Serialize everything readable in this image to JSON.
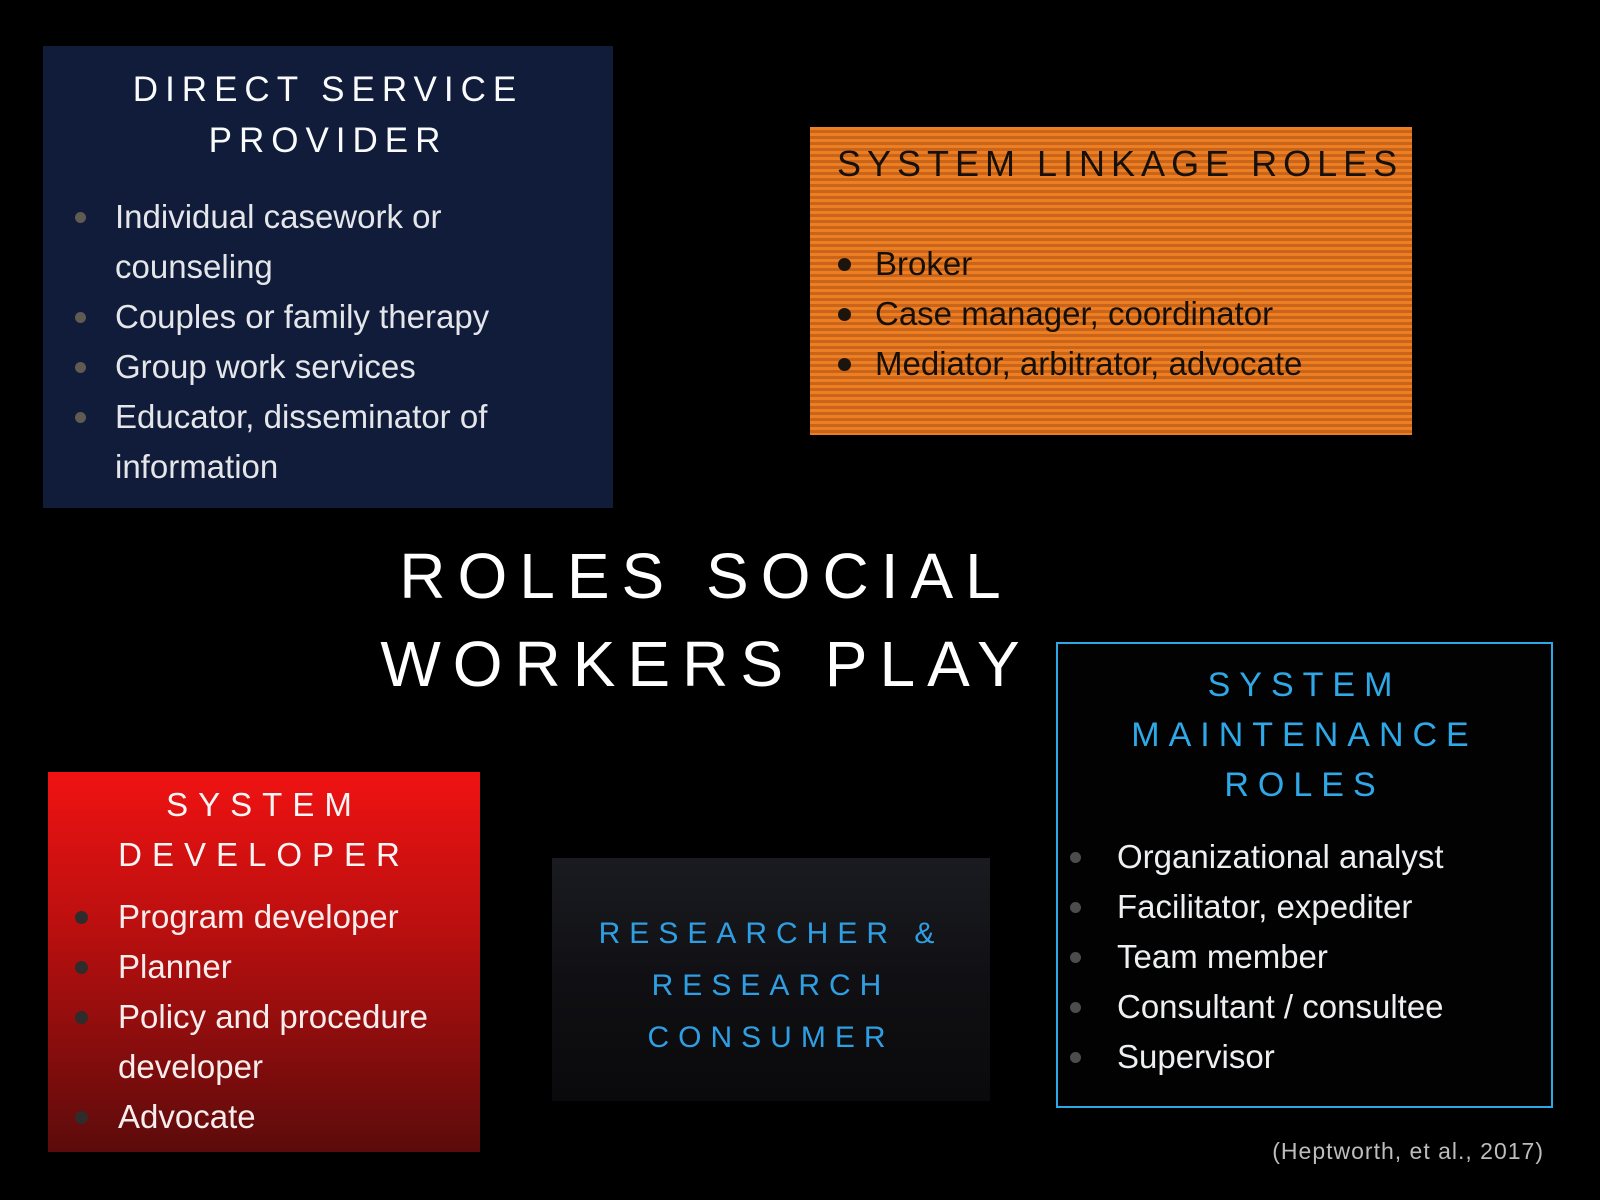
{
  "slide": {
    "title_lines": [
      "ROLES SOCIAL",
      "WORKERS PLAY"
    ],
    "citation": "(Heptworth, et al., 2017)"
  },
  "boxes": {
    "direct_service": {
      "title": "DIRECT SERVICE PROVIDER",
      "items": [
        "Individual casework or counseling",
        "Couples or family therapy",
        "Group work services",
        "Educator, disseminator of information"
      ]
    },
    "system_linkage": {
      "title": "SYSTEM LINKAGE ROLES",
      "items": [
        "Broker",
        "Case manager, coordinator",
        "Mediator, arbitrator, advocate"
      ]
    },
    "system_developer": {
      "title": "SYSTEM DEVELOPER",
      "items": [
        "Program developer",
        "Planner",
        "Policy and procedure developer",
        "Advocate"
      ]
    },
    "researcher": {
      "title": "RESEARCHER & RESEARCH CONSUMER"
    },
    "system_maintenance": {
      "title": "SYSTEM MAINTENANCE ROLES",
      "items": [
        "Organizational analyst",
        "Facilitator, expediter",
        "Team member",
        "Consultant / consultee",
        "Supervisor"
      ]
    }
  },
  "colors": {
    "background": "#000000",
    "navy_box": "#101c39",
    "orange_stripe_light": "#ee7e22",
    "orange_stripe_dark": "#c9641b",
    "red_gradient_top": "#f01212",
    "red_gradient_bottom": "#5c0b0b",
    "blue_accent": "#2fa8e8",
    "white_text": "#fafbfc",
    "citation_gray": "#bdbdbd"
  }
}
